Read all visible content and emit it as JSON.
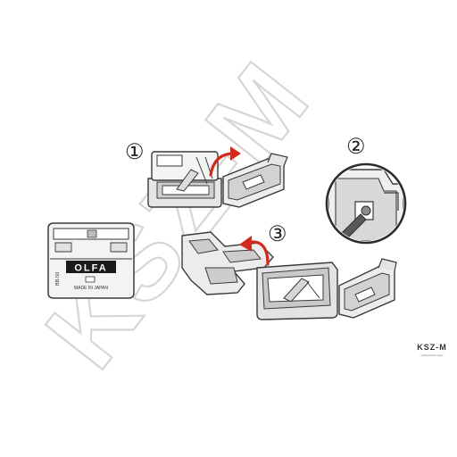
{
  "steps": [
    {
      "label": "①"
    },
    {
      "label": "②"
    },
    {
      "label": "③"
    }
  ],
  "case_front": {
    "brand": "OLFA",
    "origin_text": "MADE IN JAPAN",
    "side_text": "BB-50"
  },
  "watermark": {
    "text": "KSZ-M"
  },
  "logo": {
    "text": "KSZ-M",
    "tagline": "quality product supply"
  },
  "colors": {
    "line": "#3a3a3a",
    "fill_light": "#f2f2f2",
    "fill_mid": "#d9d9d9",
    "fill_dark": "#a9a9a9",
    "arrow": "#d42a1e",
    "watermark": "#cfcfcf"
  }
}
